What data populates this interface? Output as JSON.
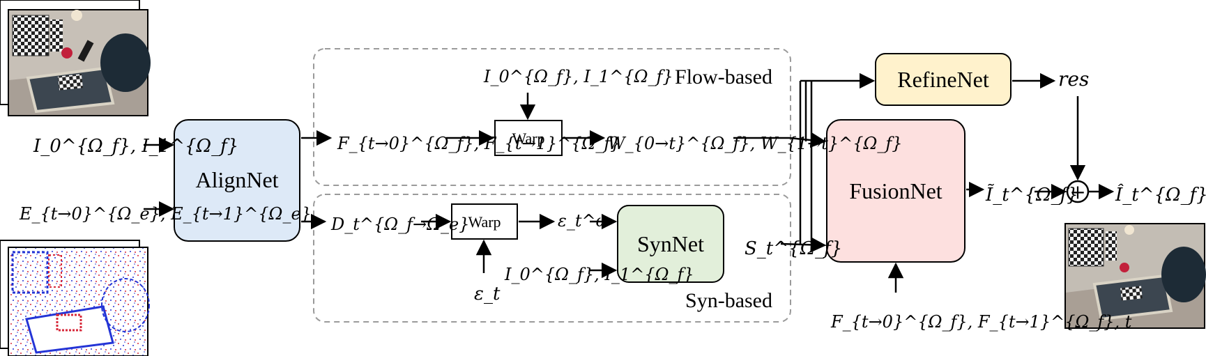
{
  "colors": {
    "alignnet": "#dde9f7",
    "refinenet": "#fff2cc",
    "synnet": "#e2efda",
    "fusionnet": "#fde0df",
    "stroke": "#000000",
    "dash": "#9a9a9a"
  },
  "nodes": {
    "alignnet": "AlignNet",
    "refinenet": "RefineNet",
    "synnet": "SynNet",
    "fusionnet": "FusionNet",
    "warp_top": "Warp",
    "warp_bottom": "Warp"
  },
  "regions": {
    "flow": "Flow-based",
    "syn": "Syn-based"
  },
  "labels": {
    "frames_in": "I_0^{Ω_f}, I_1^{Ω_f}",
    "events_in": "E_{t→0}^{Ω_e}, E_{t→1}^{Ω_e}",
    "flows": "F_{t→0}^{Ω_f}, F_{t→1}^{Ω_f}",
    "frames_warp_top": "I_0^{Ω_f}, I_1^{Ω_f}",
    "warped": "W_{0→t}^{Ω_f}, W_{1→t}^{Ω_f}",
    "disparity": "D_t^{Ω_f→Ω_e}",
    "event_warped": "ε_t^ω",
    "event_raw": "ε_t",
    "frames_syn": "I_0^{Ω_f}, I_1^{Ω_f}",
    "syn_out": "S_t^{Ω_f}",
    "res": "res",
    "fusion_out": "Ĩ_t^{Ω_f}",
    "final_out": "Î_t^{Ω_f}",
    "fusion_in": "F_{t→0}^{Ω_f}, F_{t→1}^{Ω_f}, t",
    "plus": "+"
  }
}
